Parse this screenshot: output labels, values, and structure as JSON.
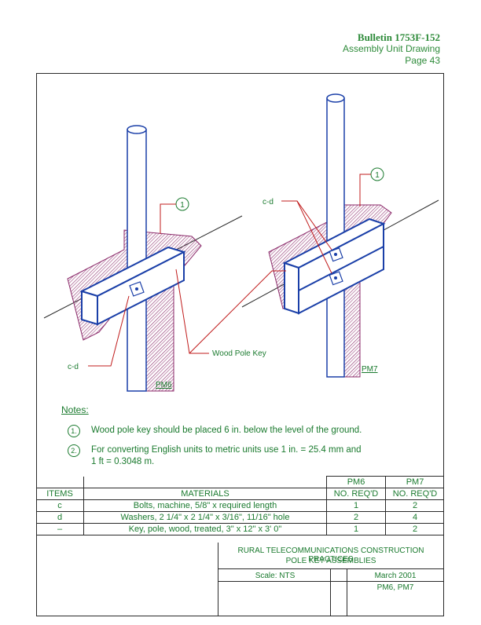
{
  "header": {
    "bulletin": "Bulletin 1753F-152",
    "type": "Assembly Unit Drawing",
    "page": "Page 43"
  },
  "drawing": {
    "left_label": "PM6",
    "right_label": "PM7",
    "callout_1": "1",
    "cd_label": "c-d",
    "key_label": "Wood Pole Key"
  },
  "notes": {
    "title": "Notes:",
    "items": [
      {
        "num": "1.",
        "text": "Wood pole key should be placed 6 in. below the level of the ground."
      },
      {
        "num": "2.",
        "text_line1": "For converting English units to metric units use 1 in. = 25.4 mm and",
        "text_line2": "1 ft = 0.3048 m."
      }
    ]
  },
  "table": {
    "unit_headers": [
      "PM6",
      "PM7"
    ],
    "col_headers": [
      "ITEMS",
      "MATERIALS",
      "NO. REQ'D",
      "NO. REQ'D"
    ],
    "rows": [
      {
        "item": "c",
        "material": "Bolts, machine, 5/8\" x required length",
        "pm6": "1",
        "pm7": "2"
      },
      {
        "item": "d",
        "material": "Washers, 2 1/4\" x 2 1/4\" x 3/16\", 11/16\" hole",
        "pm6": "2",
        "pm7": "4"
      },
      {
        "item": "–",
        "material": "Key, pole, wood, treated, 3\" x 12\" x 3' 0\"",
        "pm6": "1",
        "pm7": "2"
      }
    ]
  },
  "titleblock": {
    "line1": "RURAL TELECOMMUNICATIONS CONSTRUCTION PRACTICES",
    "line2": "POLE KEY ASSEMBLIES",
    "scale": "Scale: NTS",
    "date": "March 2001",
    "units": "PM6, PM7"
  },
  "colors": {
    "outline": "#1a3fa8",
    "text": "#1a7a2e",
    "leader": "#c01c1c",
    "hatch": "#8b2a6a"
  }
}
